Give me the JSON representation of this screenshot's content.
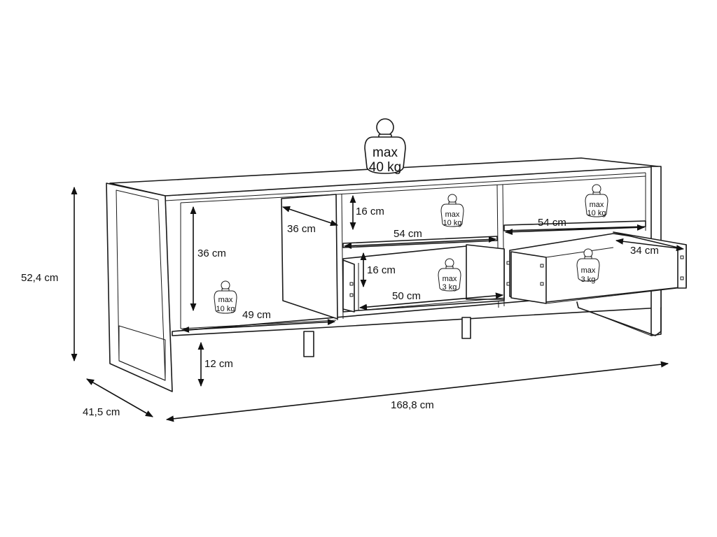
{
  "dimensions": {
    "height": "52,4 cm",
    "depth": "41,5 cm",
    "width": "168,8 cm",
    "leg": "12 cm",
    "left_inner_height": "36 cm",
    "left_inner_depth": "36 cm",
    "left_bottom_width": "49 cm",
    "mid_top_height": "16 cm",
    "mid_shelf_width": "54 cm",
    "mid_drawer_height": "16 cm",
    "mid_drawer_width": "50 cm",
    "right_shelf_width": "54 cm",
    "right_drawer_depth": "34 cm"
  },
  "weights": {
    "top": {
      "line1": "max",
      "line2": "40 kg"
    },
    "left_bottom": {
      "line1": "max",
      "line2": "10 kg"
    },
    "middle_shelf": {
      "line1": "max",
      "line2": "10 kg"
    },
    "right_shelf": {
      "line1": "max",
      "line2": "10 kg"
    },
    "middle_drawer": {
      "line1": "max",
      "line2": "3 kg"
    },
    "right_drawer": {
      "line1": "max",
      "line2": "3 kg"
    }
  }
}
